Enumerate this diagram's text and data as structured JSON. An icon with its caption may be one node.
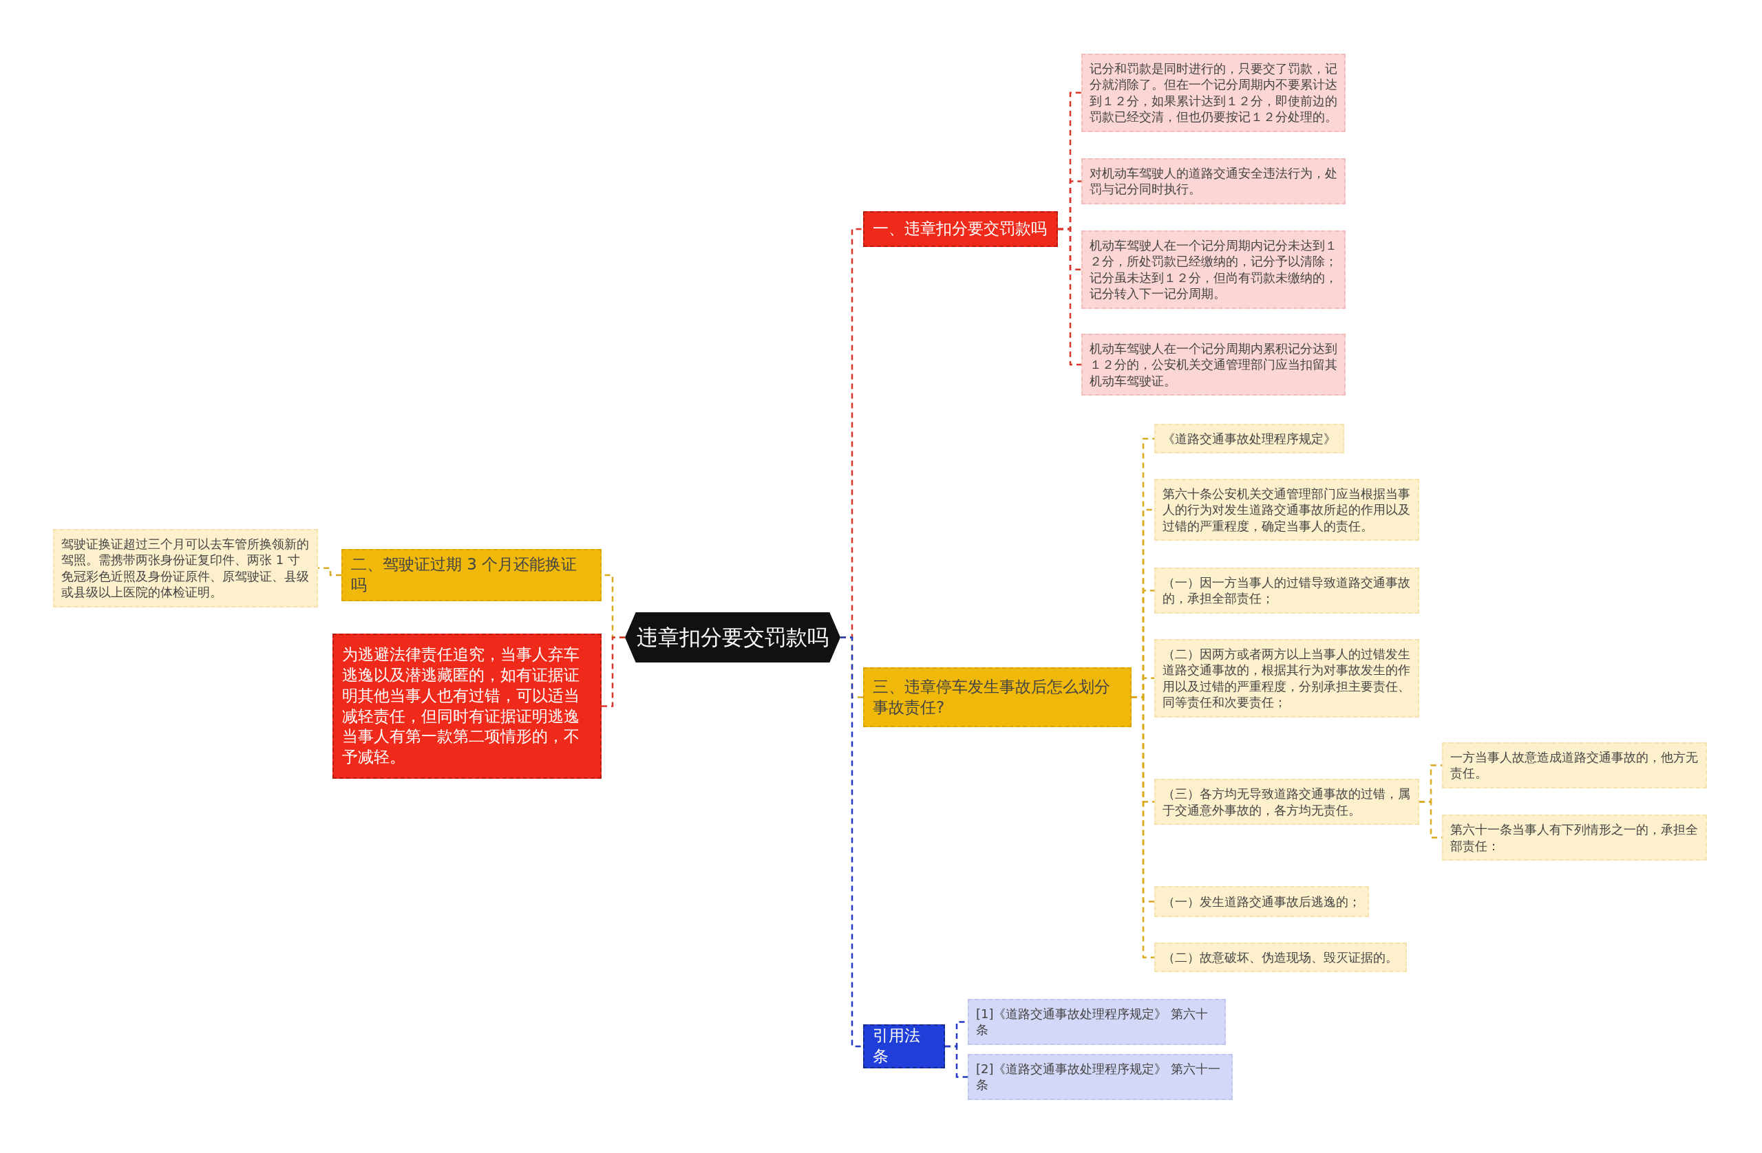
{
  "diagram": {
    "nodes": [
      {
        "text": [
          "违章扣分要交罚款吗"
        ]
      },
      {
        "text": [
          "一、违章扣分要交罚款吗"
        ]
      },
      {
        "text": [
          "记分和罚款是同时进行的，只要交了罚款，记分就消除了。但在一个记分周期内不要累计达到１２分，如果累计达到１２分，即使前边的罚款已经交清，但也仍要按记１２分处理的。"
        ]
      },
      {
        "text": [
          "对机动车驾驶人的道路交通安全违法行为，处罚与记分同时执行。"
        ]
      },
      {
        "text": [
          "机动车驾驶人在一个记分周期内记分未达到１２分，所处罚款已经缴纳的，记分予以清除；记分虽未达到１２分，但尚有罚款未缴纳的，记分转入下一记分周期。"
        ]
      },
      {
        "text": [
          "机动车驾驶人在一个记分周期内累积记分达到１２分的，公安机关交通管理部门应当扣留其机动车驾驶证。"
        ]
      },
      {
        "text": [
          "二、驾驶证过期 3 个月还能换证吗"
        ]
      },
      {
        "text": [
          "驾驶证换证超过三个月可以去车管所换领新的驾照。需携带两张身份证复印件、两张 1 寸免冠彩色近照及身份证原件、原驾驶证、县级或县级以上医院的体检证明。"
        ]
      },
      {
        "text": [
          "为逃避法律责任追究，当事人弃车逃逸以及潜逃藏匿的，如有证据证明其他当事人也有过错，可以适当减轻责任，但同时有证据证明逃逸当事人有第一款第二项情形的，不予减轻。"
        ]
      },
      {
        "text": [
          "三、违章停车发生事故后怎么划分事故责任?"
        ]
      },
      {
        "text": [
          "《道路交通事故处理程序规定》"
        ]
      },
      {
        "text": [
          "第六十条公安机关交通管理部门应当根据当事人的行为对发生道路交通事故所起的作用以及过错的严重程度，确定当事人的责任。"
        ]
      },
      {
        "text": [
          "（一）因一方当事人的过错导致道路交通事故的，承担全部责任；"
        ]
      },
      {
        "text": [
          "（二）因两方或者两方以上当事人的过错发生道路交通事故的，根据其行为对事故发生的作用以及过错的严重程度，分别承担主要责任、同等责任和次要责任；"
        ]
      },
      {
        "text": [
          "（三）各方均无导致道路交通事故的过错，属于交通意外事故的，各方均无责任。"
        ]
      },
      {
        "text": [
          "一方当事人故意造成道路交通事故的，他方无责任。"
        ]
      },
      {
        "text": [
          "第六十一条当事人有下列情形之一的，承担全部责任："
        ]
      },
      {
        "text": [
          "（一）发生道路交通事故后逃逸的；"
        ]
      },
      {
        "text": [
          "（二）故意破坏、伪造现场、毁灭证据的。"
        ]
      },
      {
        "text": [
          "引用法条"
        ]
      },
      {
        "text": [
          "[1]《道路交通事故处理程序规定》 第六十条"
        ]
      },
      {
        "text": [
          "[2]《道路交通事故处理程序规定》 第六十一条"
        ]
      }
    ],
    "edges": [
      {
        "from": 0,
        "to": 1,
        "arrow": "none",
        "color": "#d9362b"
      },
      {
        "from": 1,
        "to": 2,
        "arrow": "none",
        "color": "#d9362b"
      },
      {
        "from": 1,
        "to": 3,
        "arrow": "none",
        "color": "#d9362b"
      },
      {
        "from": 1,
        "to": 4,
        "arrow": "none",
        "color": "#d9362b"
      },
      {
        "from": 1,
        "to": 5,
        "arrow": "none",
        "color": "#d9362b"
      },
      {
        "from": 0,
        "to": 6,
        "arrow": "none"
      },
      {
        "from": 6,
        "to": 7,
        "arrow": "none"
      },
      {
        "from": 0,
        "to": 8,
        "arrow": "none",
        "color": "#d9362b"
      },
      {
        "from": 0,
        "to": 9,
        "arrow": "none"
      },
      {
        "from": 9,
        "to": 10,
        "arrow": "none"
      },
      {
        "from": 9,
        "to": 11,
        "arrow": "none"
      },
      {
        "from": 9,
        "to": 12,
        "arrow": "none"
      },
      {
        "from": 9,
        "to": 13,
        "arrow": "none"
      },
      {
        "from": 9,
        "to": 14,
        "arrow": "none"
      },
      {
        "from": 14,
        "to": 15,
        "arrow": "none"
      },
      {
        "from": 14,
        "to": 16,
        "arrow": "none"
      },
      {
        "from": 9,
        "to": 17,
        "arrow": "none"
      },
      {
        "from": 9,
        "to": 18,
        "arrow": "none"
      },
      {
        "from": 0,
        "to": 19,
        "arrow": "none",
        "color": "#2538c4"
      },
      {
        "from": 19,
        "to": 20,
        "arrow": "none",
        "color": "#2538c4"
      },
      {
        "from": 19,
        "to": 21,
        "arrow": "none",
        "color": "#2538c4"
      }
    ]
  }
}
